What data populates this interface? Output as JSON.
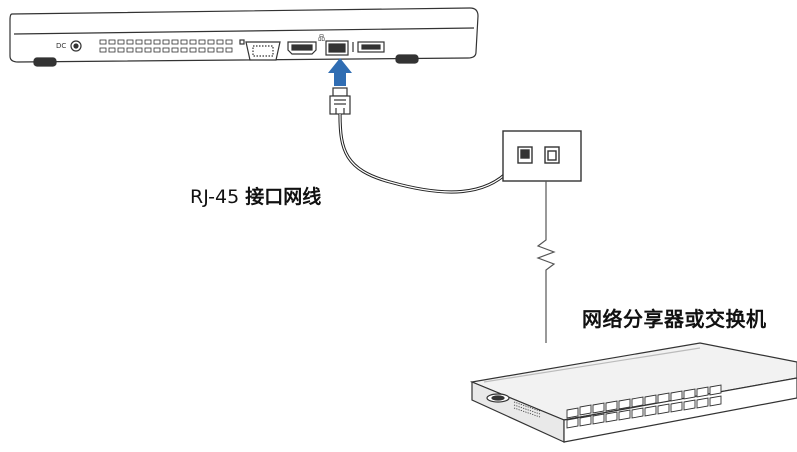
{
  "labels": {
    "cable_prefix": "RJ-45",
    "cable_suffix": "接口网线",
    "network_device": "网络分享器或交换机"
  },
  "colors": {
    "arrow": "#2f6db3",
    "line": "#333333",
    "device_fill": "#f2f2f2"
  },
  "icons": [
    "laptop-side-view",
    "ethernet-port-icon",
    "up-arrow-icon",
    "rj45-plug-icon",
    "wall-jack-icon",
    "break-symbol-icon",
    "network-switch-icon"
  ]
}
